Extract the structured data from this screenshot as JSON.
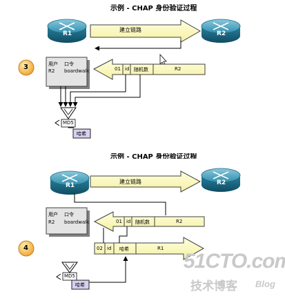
{
  "diagram1": {
    "title": "示例 - CHAP 身份验证过程",
    "router_left": "R1",
    "router_right": "R2",
    "link_label": "建立链路",
    "step": "3",
    "db_header_user": "用户",
    "db_header_pass": "口令",
    "db_user": "R2",
    "db_pass": "boardwalk",
    "pkt": {
      "code": "01",
      "id": "id",
      "random": "随机数",
      "name": "R2"
    },
    "md5": "MD5",
    "hash": "哈希"
  },
  "diagram2": {
    "title": "示例 - CHAP 身份验证过程",
    "router_left": "R1",
    "router_right": "R2",
    "link_label": "建立链路",
    "step": "4",
    "db_header_user": "用户",
    "db_header_pass": "口令",
    "db_user": "R2",
    "db_pass": "boardwalk",
    "pkt_in": {
      "code": "01",
      "id": "id",
      "random": "随机数",
      "name": "R2"
    },
    "pkt_out": {
      "code": "02",
      "id": "id",
      "hash": "哈希",
      "name": "R1"
    },
    "md5": "MD5",
    "hash": "哈希"
  },
  "watermark": {
    "site": "51CTO.com",
    "cn": "技术博客",
    "blog": "Blog"
  },
  "colors": {
    "router": "#1f7a96",
    "arrow": "#ffffc0",
    "box": "#e4e4e4",
    "md5": "#d8d0f0",
    "step": "#f0b040"
  }
}
